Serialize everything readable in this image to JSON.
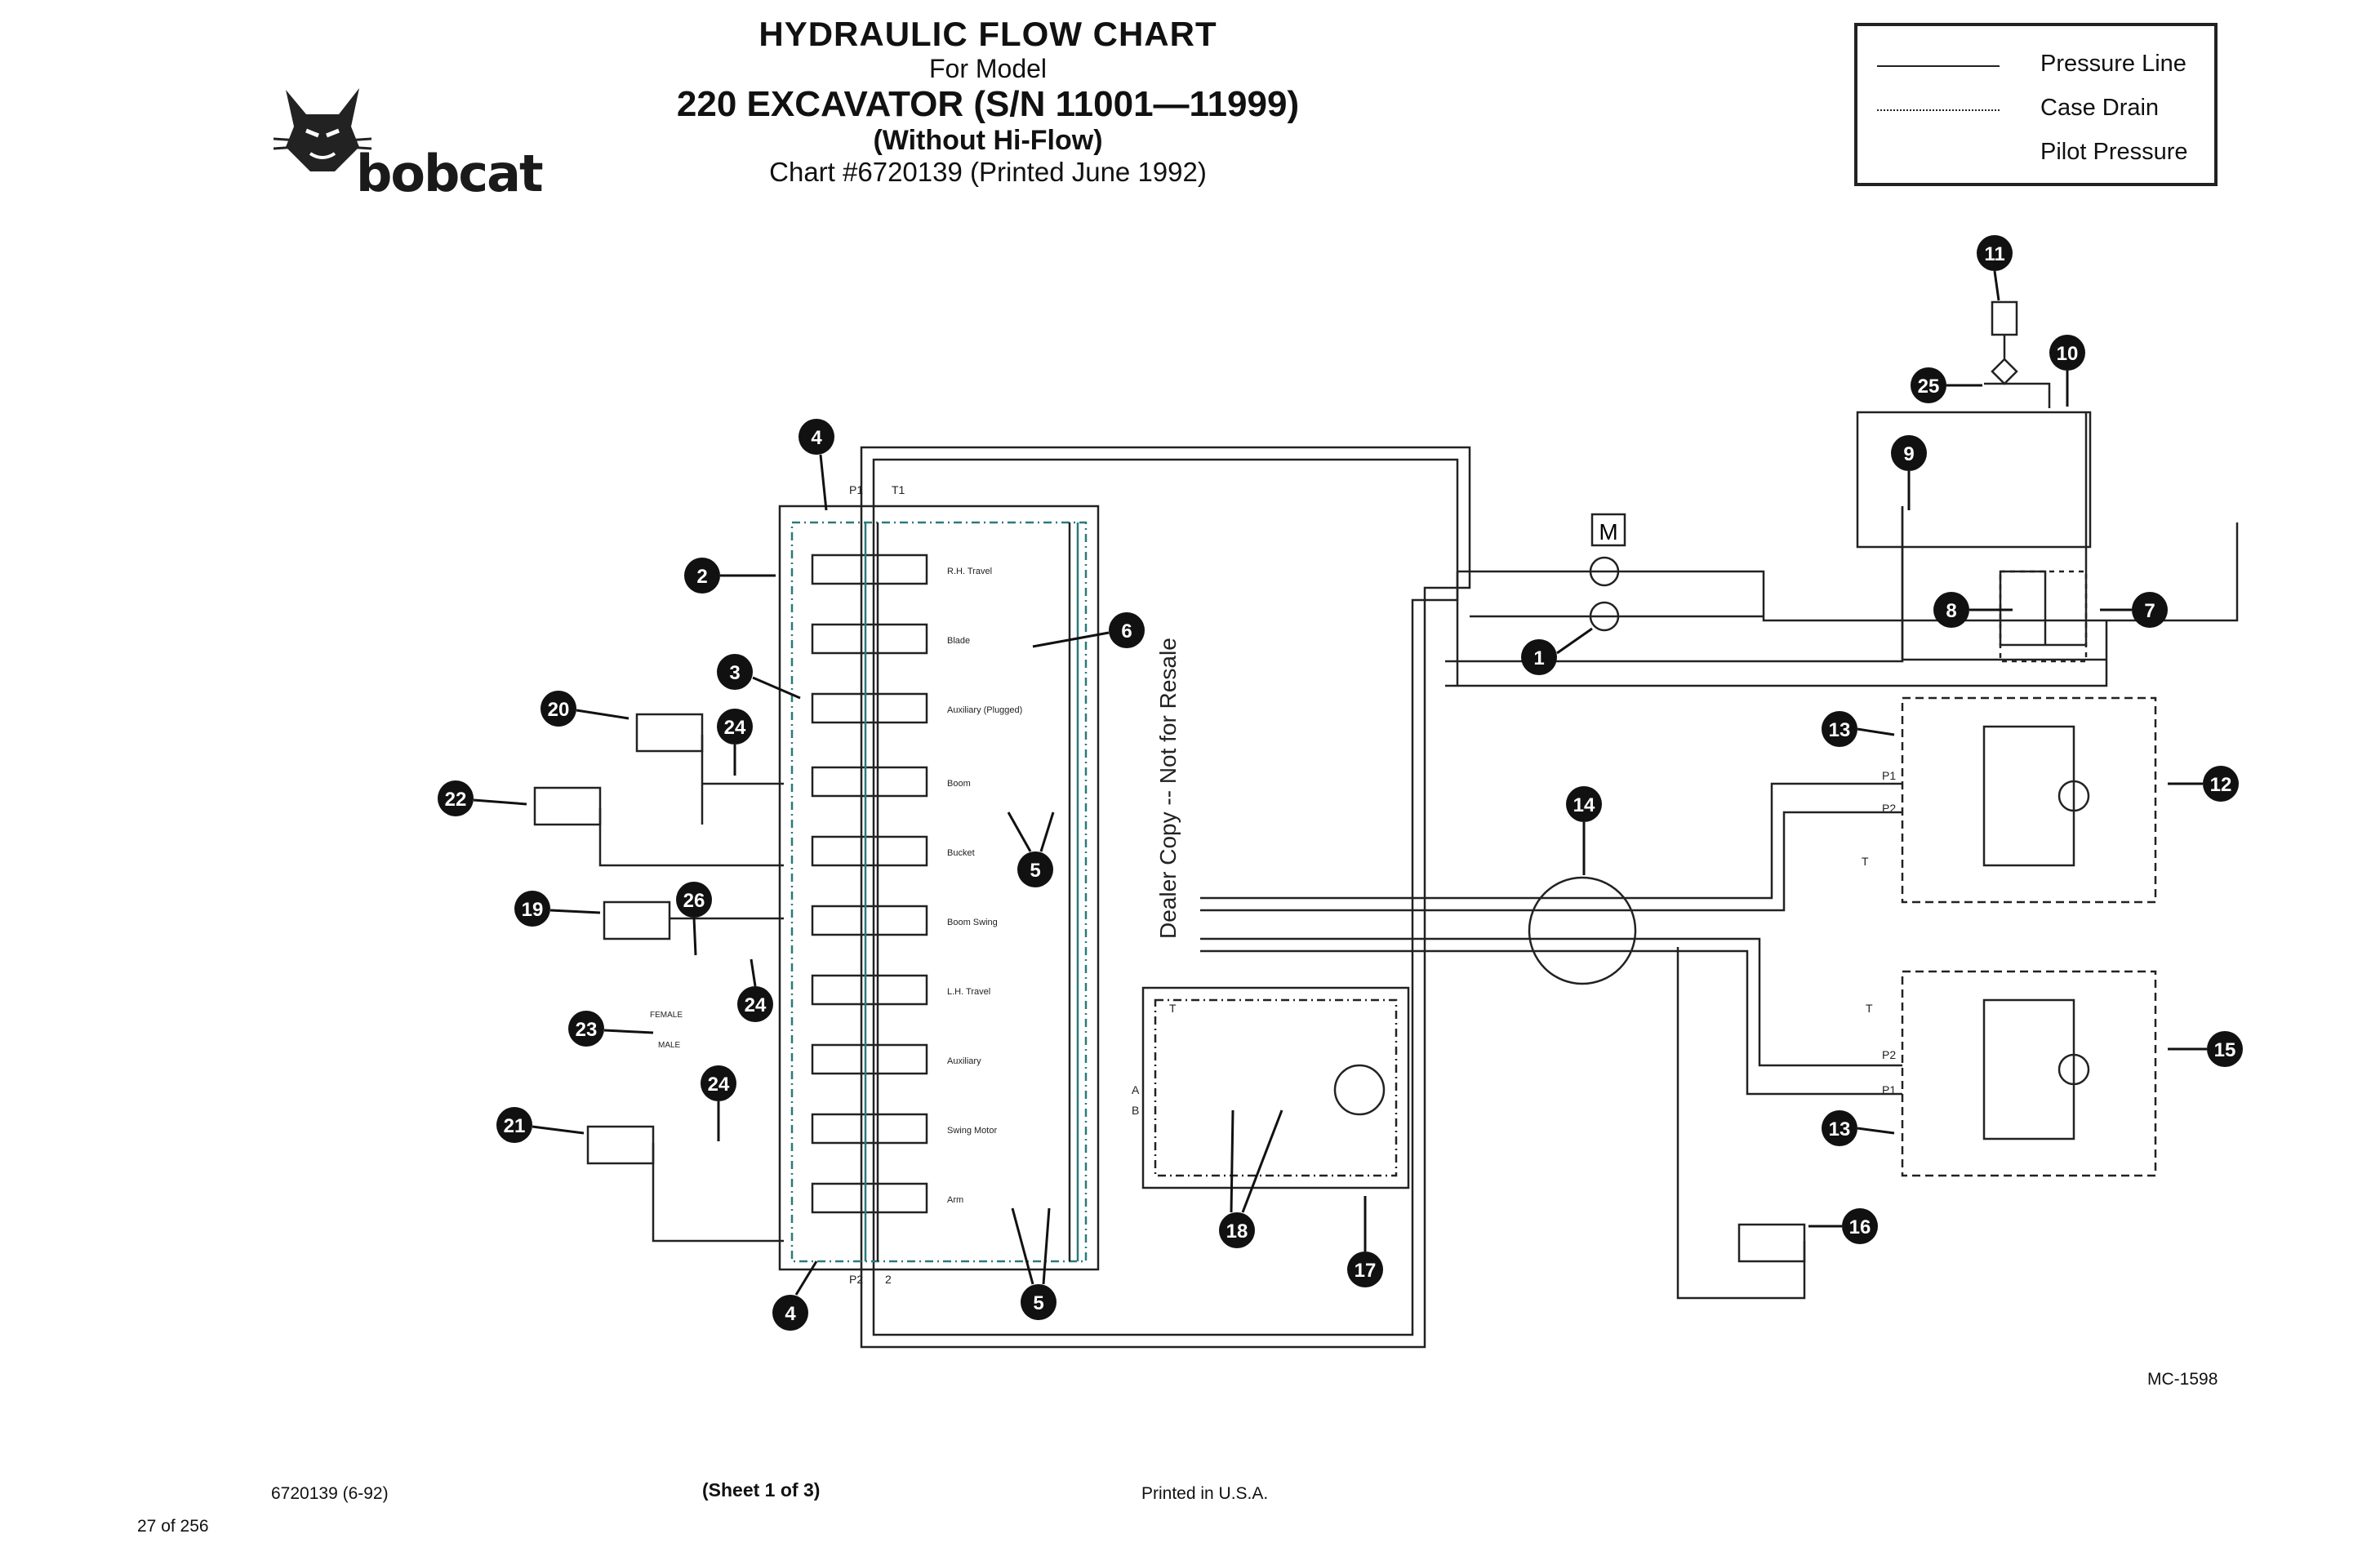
{
  "header": {
    "title": "HYDRAULIC FLOW CHART",
    "for_model": "For Model",
    "model": "220 EXCAVATOR (S/N 11001—11999)",
    "variant": "(Without Hi-Flow)",
    "chart_info": "Chart #6720139 (Printed June 1992)"
  },
  "logo": {
    "text": "bobcat",
    "icon": "bobcat-head-icon"
  },
  "legend": {
    "items": [
      {
        "label": "Pressure  Line",
        "style": "solid"
      },
      {
        "label": "Case Drain",
        "style": "dotted"
      },
      {
        "label": "Pilot Pressure",
        "style": "dash-dot"
      }
    ]
  },
  "valve_sections": [
    {
      "label": "R.H. Travel"
    },
    {
      "label": "Blade"
    },
    {
      "label": "Auxiliary (Plugged)"
    },
    {
      "label": "Boom"
    },
    {
      "label": "Bucket"
    },
    {
      "label": "Boom Swing"
    },
    {
      "label": "L.H. Travel"
    },
    {
      "label": "Auxiliary"
    },
    {
      "label": "Swing Motor"
    },
    {
      "label": "Arm"
    }
  ],
  "port_labels": {
    "p1_top": "P1",
    "t1_top": "T1",
    "p2_bottom": "P2",
    "t2_bottom": "2",
    "female": "FEMALE",
    "male": "MALE",
    "port_a": "A",
    "port_b": "B",
    "port_t": "T",
    "motor_m": "M",
    "up_p1": "P1",
    "up_p2": "P2",
    "up_t": "T",
    "lo_t": "T",
    "lo_p2": "P2",
    "lo_p1": "P1"
  },
  "callouts": [
    "1",
    "2",
    "3",
    "4",
    "4",
    "5",
    "5",
    "6",
    "7",
    "8",
    "9",
    "10",
    "11",
    "12",
    "13",
    "13",
    "14",
    "15",
    "16",
    "17",
    "18",
    "19",
    "20",
    "21",
    "22",
    "23",
    "24",
    "24",
    "24",
    "25",
    "26"
  ],
  "watermark": "Dealer Copy -- Not for Resale",
  "drawing_number": "MC-1598",
  "footer": {
    "part_number": "6720139 (6-92)",
    "sheet": "(Sheet 1 of 3)",
    "printed": "Printed in U.S.A.",
    "page": "27 of 256"
  }
}
